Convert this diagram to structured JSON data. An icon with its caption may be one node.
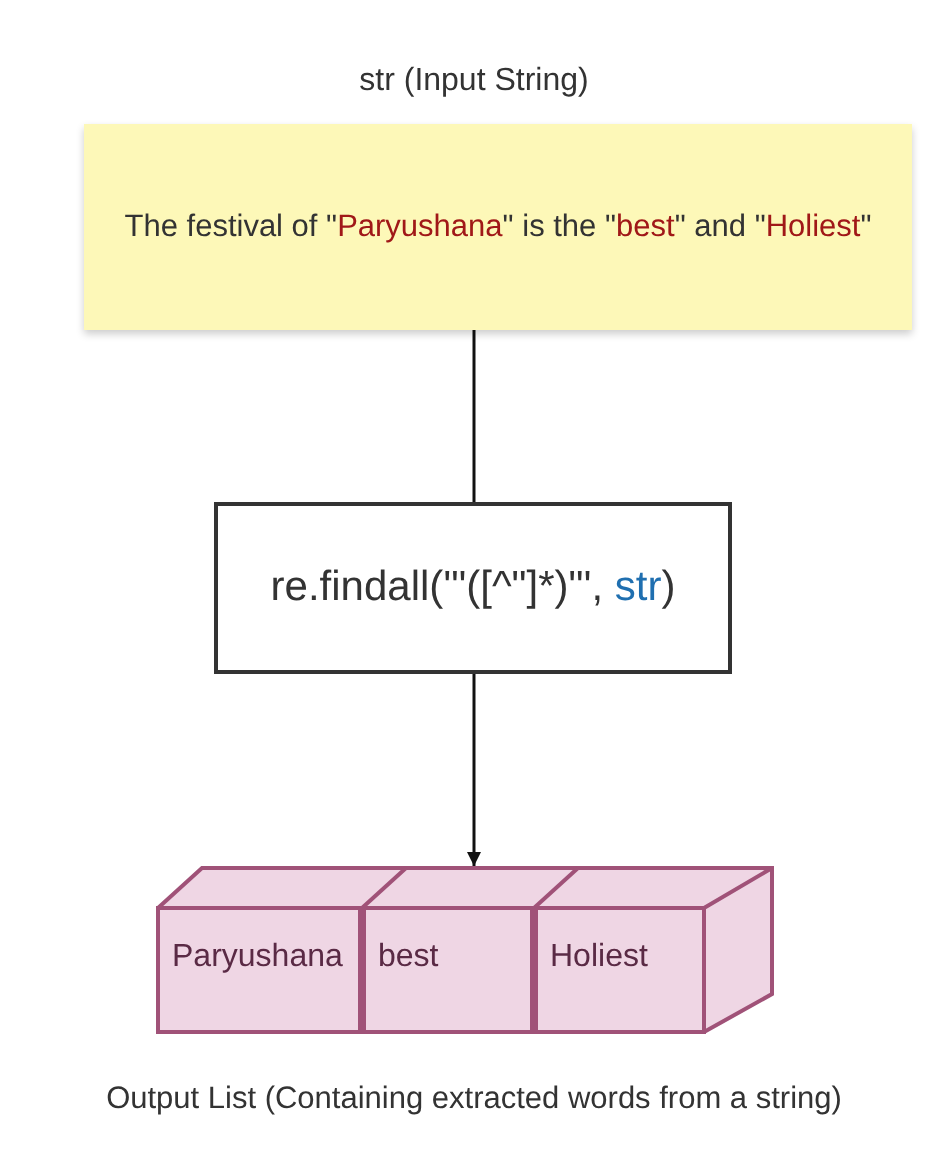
{
  "diagram": {
    "title": "str (Input String)",
    "nodes": [
      {
        "text": [
          "The festival of \"Paryushana\" is the \"best\" and \"Holiest\""
        ]
      },
      {
        "text": [
          "re.findall('\"([^\"]*)\"', str)"
        ]
      },
      {
        "text": [],
        "shape": "box"
      },
      {
        "text": [
          "Paryushana"
        ],
        "in": 2
      },
      {
        "text": [
          "best"
        ],
        "in": 2
      },
      {
        "text": [
          "Holiest"
        ],
        "in": 2
      }
    ],
    "edges": [
      {
        "from": 0,
        "to": 1,
        "arrow": "none"
      },
      {
        "from": 1,
        "to": 2,
        "arrow": "to"
      }
    ],
    "caption": "Output List (Containing extracted words from a string)"
  }
}
